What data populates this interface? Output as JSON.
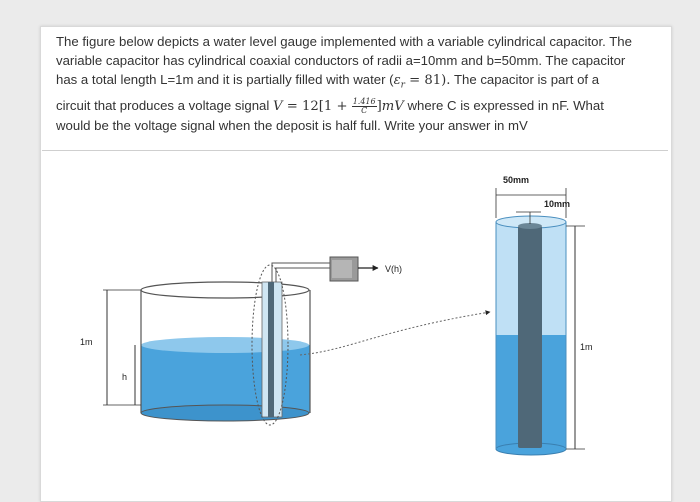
{
  "problem": {
    "line1": "The figure below depicts a water level gauge implemented with a variable cylindrical capacitor. The",
    "line2": "variable capacitor has cylindrical coaxial conductors of radii a=10mm and b=50mm. The capacitor",
    "line3_a": "has a total length L=1m and it is partially filled with water (",
    "line3_eps": "ε",
    "line3_r": "r",
    "line3_eq": " = 81).",
    "line3_b": " The capacitor is part of a",
    "line4_a": "circuit that produces a voltage signal ",
    "line4_V": "V",
    "line4_eq": " = 12[1 + ",
    "line4_num": "1.416",
    "line4_den": "C",
    "line4_end": "]mV",
    "line4_b": " where C is expressed in nF. What",
    "line5": "would be the voltage signal when the deposit is half full. Write your answer in mV"
  },
  "figure": {
    "label_1m_left": "1m",
    "label_h": "h",
    "label_vh": "V(h)",
    "label_50mm": "50mm",
    "label_10mm": "10mm",
    "label_1m_right": "1m"
  },
  "colors": {
    "water": "#4aa3dc",
    "water_light": "#bfe0f5",
    "rod": "#4f6878"
  }
}
